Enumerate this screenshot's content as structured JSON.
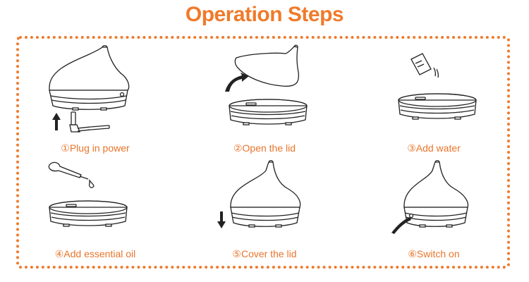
{
  "page": {
    "title": "Operation Steps",
    "accent_color": "#ef7a2c",
    "caption_color": "#e9742a",
    "title_color": "#f07a2a"
  },
  "steps": [
    {
      "label": "①Plug in power",
      "icon": "diffuser-plug-icon"
    },
    {
      "label": "②Open the lid",
      "icon": "diffuser-open-lid-icon"
    },
    {
      "label": "③Add water",
      "icon": "diffuser-add-water-icon"
    },
    {
      "label": "④Add essential oil",
      "icon": "diffuser-add-oil-icon"
    },
    {
      "label": "⑤Cover the lid",
      "icon": "diffuser-cover-lid-icon"
    },
    {
      "label": "⑥Switch on",
      "icon": "diffuser-switch-on-icon"
    }
  ]
}
